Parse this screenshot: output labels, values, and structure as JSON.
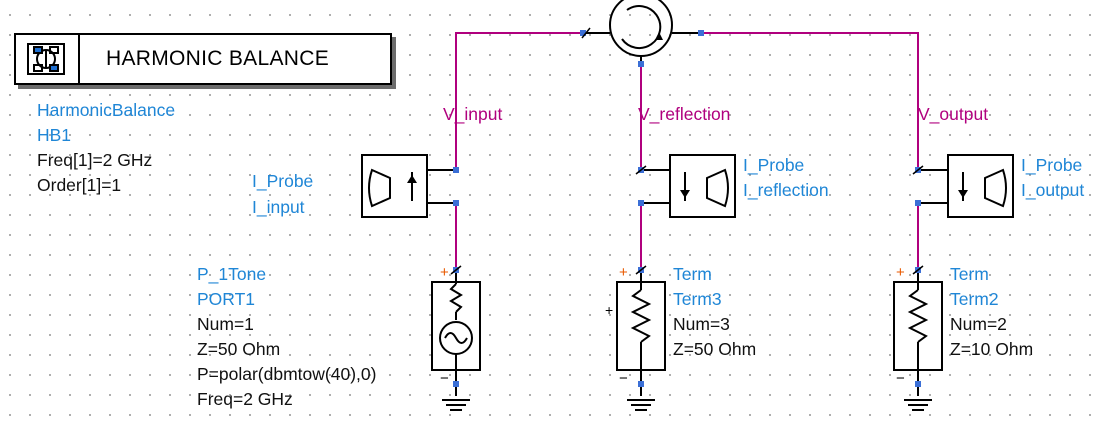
{
  "harmonic_balance": {
    "banner_title": "HARMONIC BALANCE",
    "icon": "harmonic-balance-icon",
    "lines": [
      "HarmonicBalance",
      "HB1",
      "Freq[1]=2 GHz",
      "Order[1]=1"
    ]
  },
  "nodes": {
    "input": "V_input",
    "reflection": "V_reflection",
    "output": "V_output"
  },
  "probes": {
    "input": [
      "I_Probe",
      "I_input"
    ],
    "reflection": [
      "I_Probe",
      "I_reflection"
    ],
    "output": [
      "I_Probe",
      "I_output"
    ]
  },
  "source": {
    "lines": [
      "P_1Tone",
      "PORT1",
      "Num=1",
      "Z=50 Ohm",
      "P=polar(dbmtow(40),0)",
      "Freq=2 GHz"
    ]
  },
  "term3": {
    "lines": [
      "Term",
      "Term3",
      "Num=3",
      "Z=50 Ohm"
    ]
  },
  "term2": {
    "lines": [
      "Term",
      "Term2",
      "Num=2",
      "Z=10 Ohm"
    ]
  },
  "markers": {
    "plus": "+",
    "minus": "−"
  },
  "colors": {
    "wire": "#b0007e",
    "component": "#000000",
    "pin": "#3b6fd6",
    "label": "#1f86d6",
    "polarity": "#e85a00"
  }
}
